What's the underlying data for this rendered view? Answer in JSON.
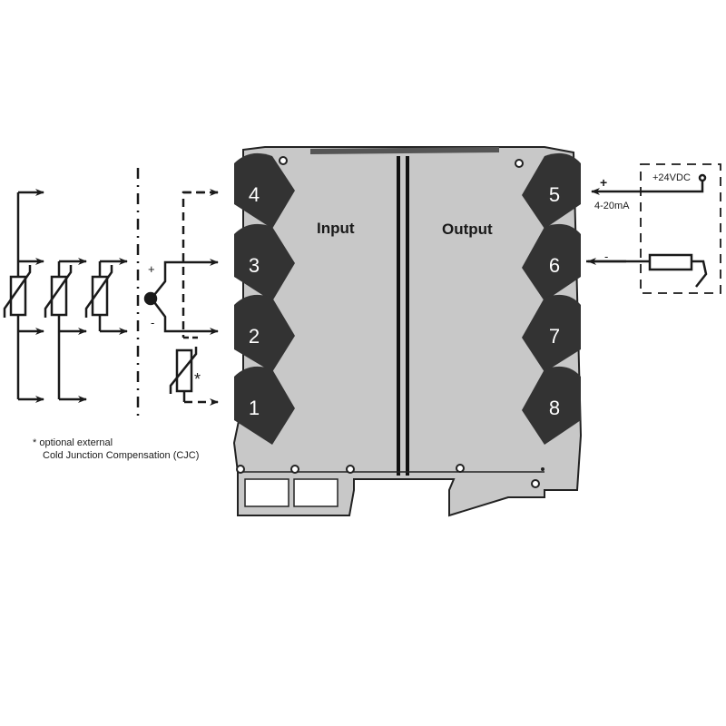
{
  "device": {
    "section_labels": {
      "input": "Input",
      "output": "Output"
    },
    "body_color": "#c8c8c8",
    "terminal_color": "#333333",
    "terminals_left": [
      "4",
      "3",
      "2",
      "1"
    ],
    "terminals_right": [
      "5",
      "6",
      "7",
      "8"
    ]
  },
  "input_wiring": {
    "thermocouple_plus": "+",
    "thermocouple_minus": "-",
    "cjc_marker": "*"
  },
  "output_wiring": {
    "supply_label": "+24VDC",
    "plus_label": "+",
    "minus_label": "-",
    "current_label": "4-20mA"
  },
  "footnote": {
    "line1": "* optional external",
    "line2": "Cold Junction Compensation (CJC)"
  }
}
